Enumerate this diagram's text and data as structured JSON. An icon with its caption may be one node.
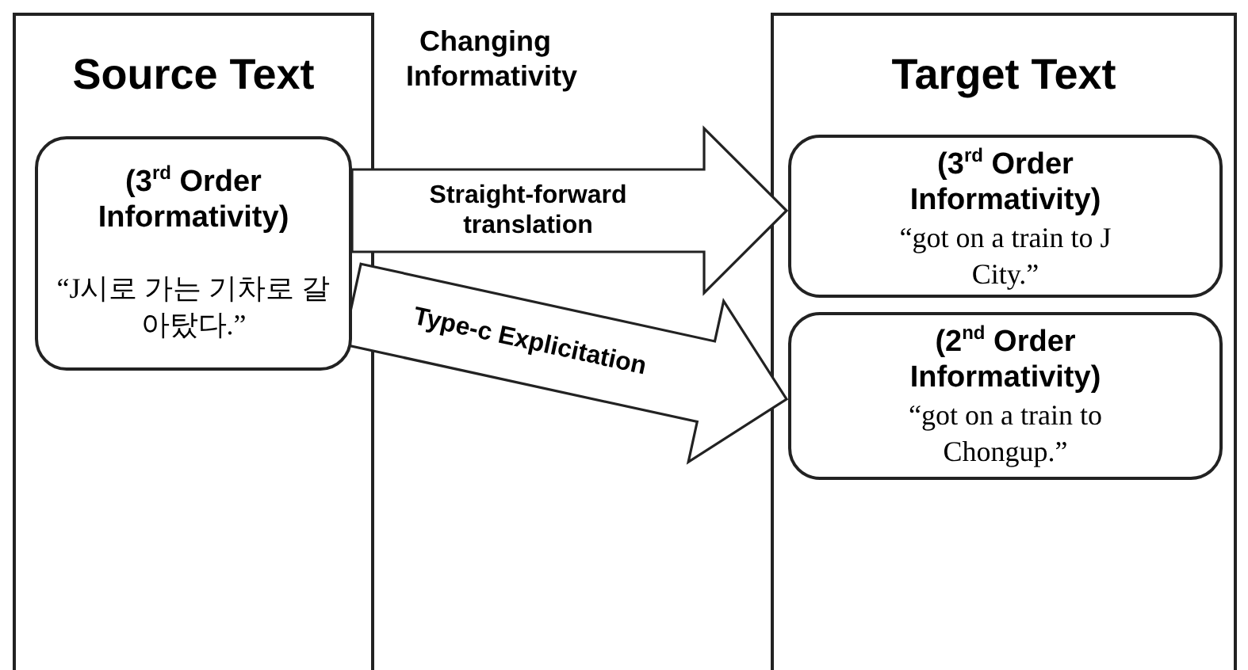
{
  "diagram": {
    "nodes": [
      {
        "text": [
          "Source Text"
        ]
      },
      {
        "text": [
          "(3$^{rd}$ Order Informativity)",
          "“J시로 가는 기차로 갈아탔다.”"
        ],
        "in": 0
      },
      {
        "text": [
          "Target Text"
        ]
      },
      {
        "text": [
          "(3$^{rd}$ Order Informativity)",
          "“got on a train to J City.”"
        ],
        "in": 2
      },
      {
        "text": [
          "(2$^{nd}$ Order Informativity)",
          "“got on a train to Chongup.”"
        ],
        "in": 2
      }
    ],
    "edges": [
      {
        "from": 1,
        "to": 3,
        "arrow": "to",
        "label": "Straight-forward translation"
      },
      {
        "from": 1,
        "to": 4,
        "arrow": "to",
        "label": "Type-c Explicitation"
      }
    ],
    "labels": [
      "Changing Informativity"
    ]
  }
}
